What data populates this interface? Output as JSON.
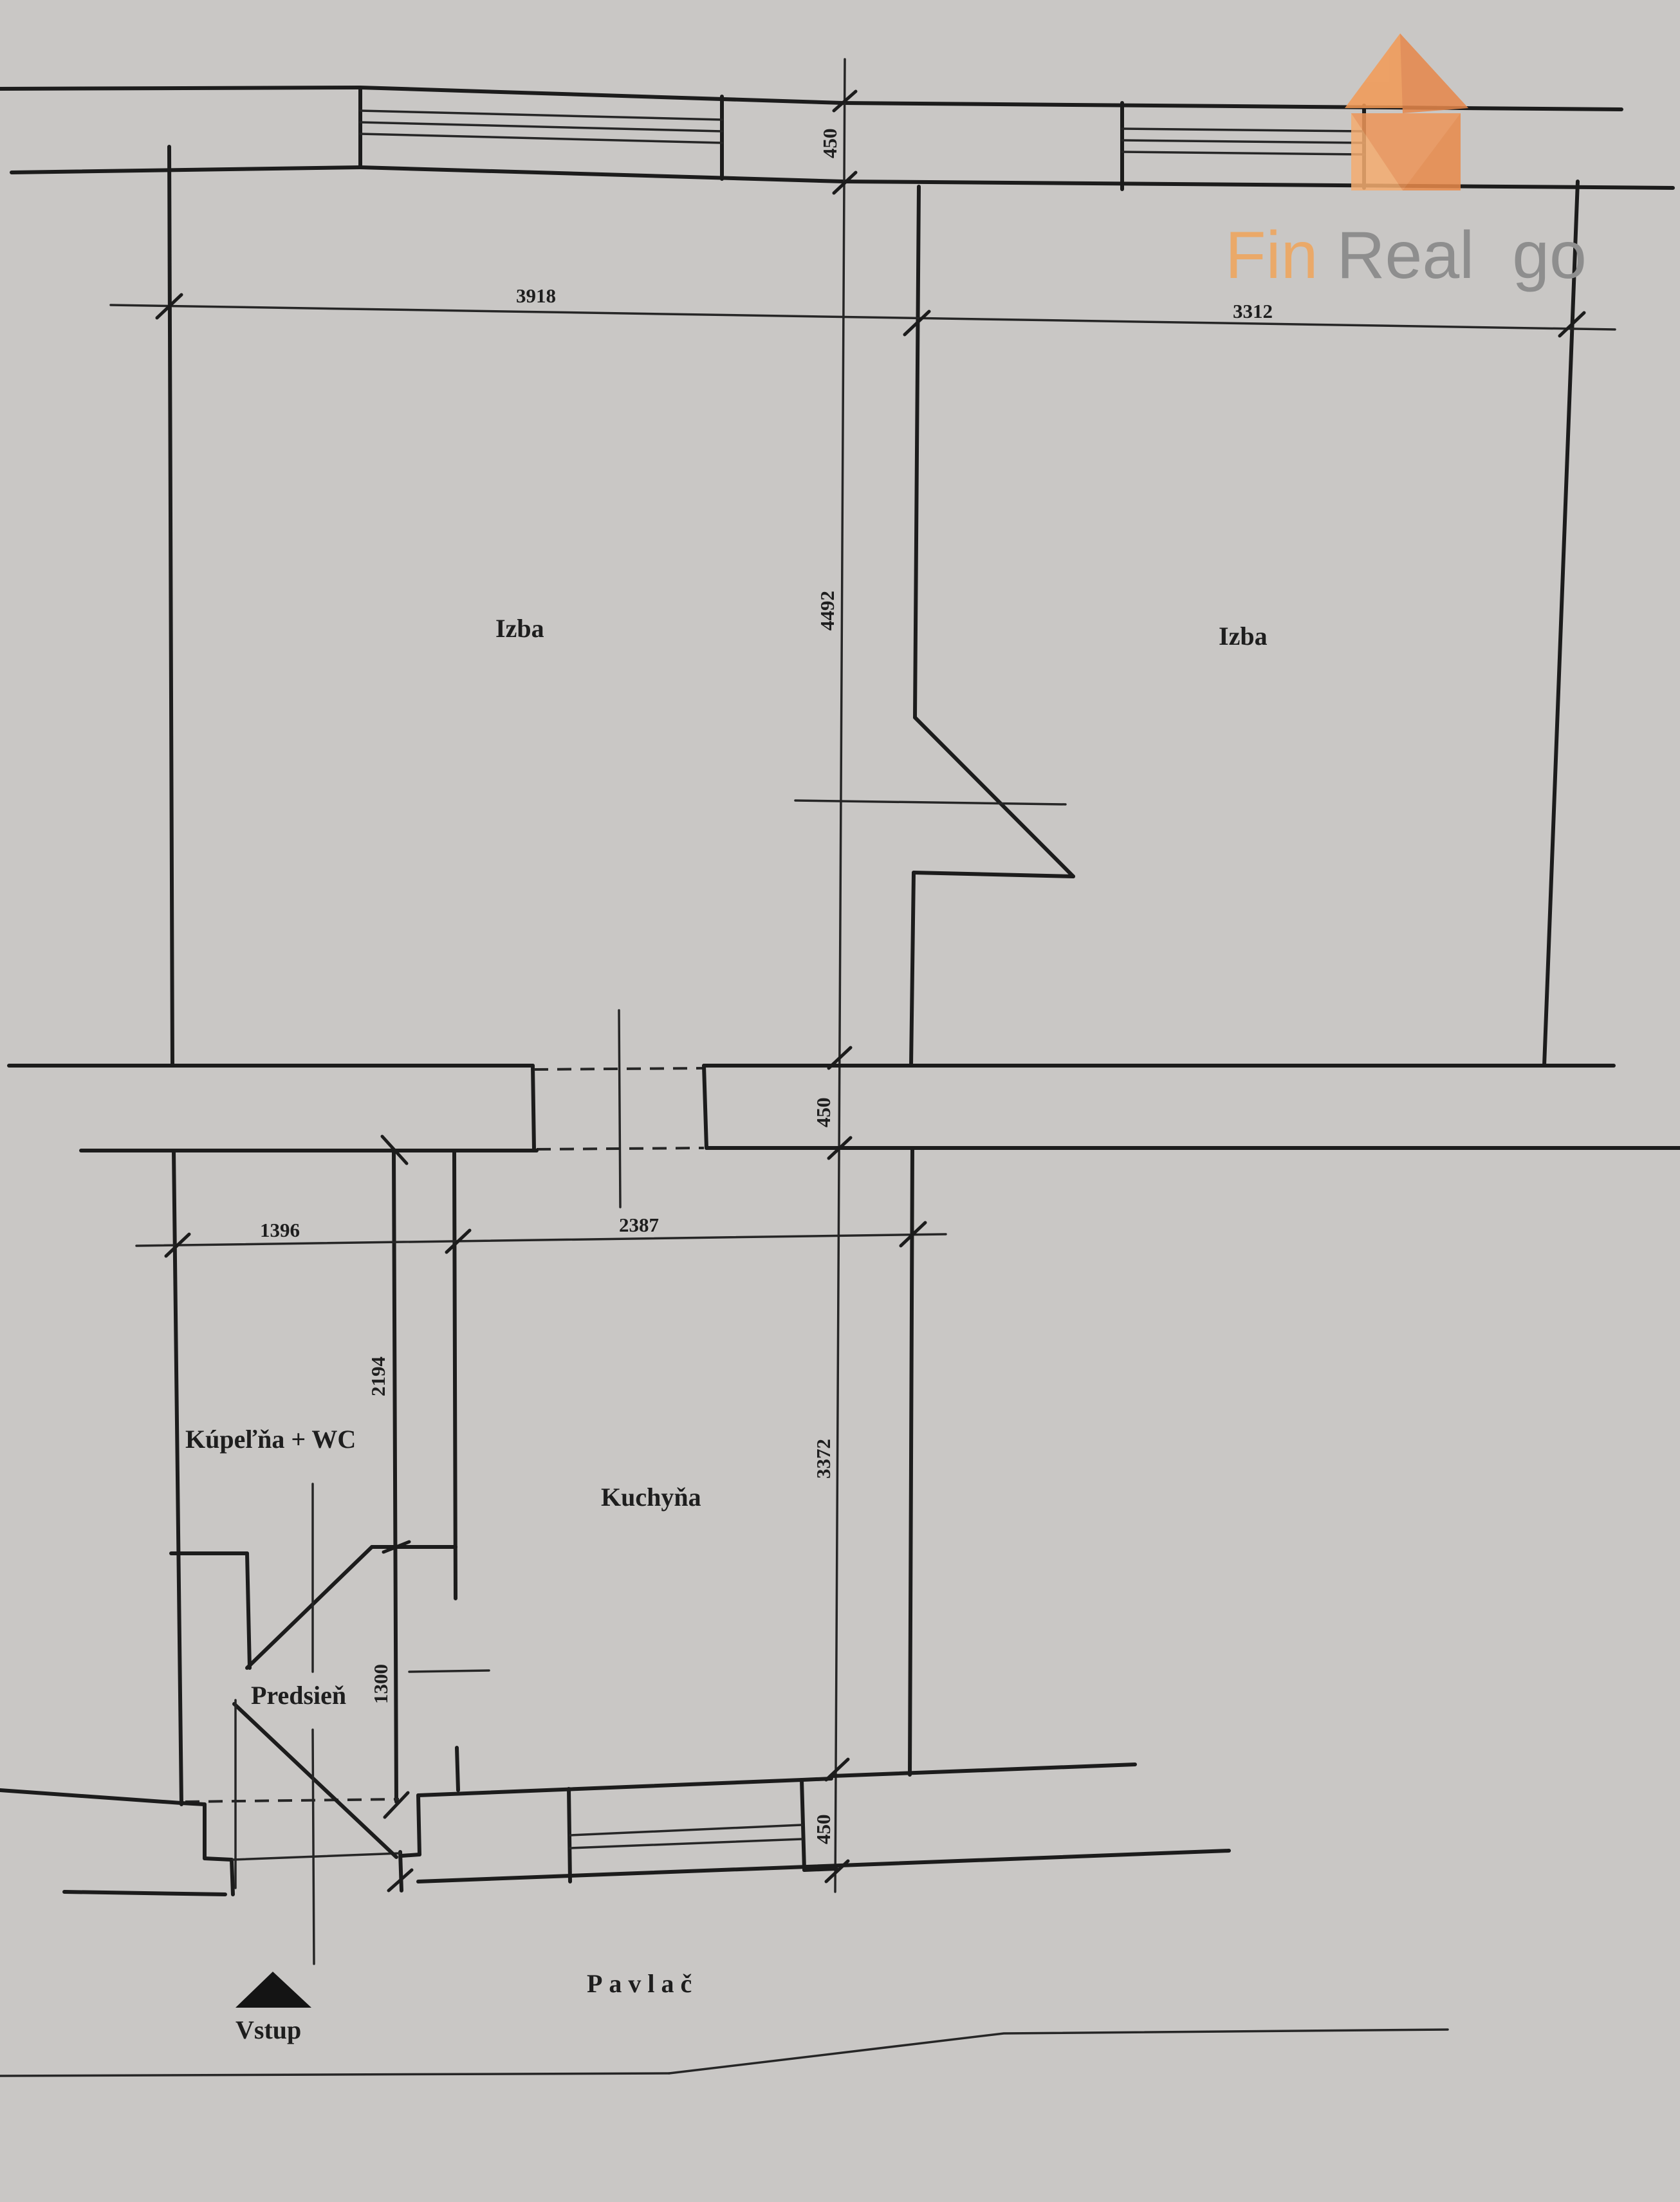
{
  "rooms": {
    "izba_left": "Izba",
    "izba_right": "Izba",
    "kupelna": "Kúpeľňa + WC",
    "kuchyna": "Kuchyňa",
    "predsien": "Predsieň",
    "pavlac": "Pavlač",
    "vstup": "Vstup"
  },
  "dimensions": {
    "wall_top": "450",
    "izba_left_width": "3918",
    "izba_right_width": "3312",
    "izba_depth": "4492",
    "wall_middle": "450",
    "kupelna_width": "1396",
    "kuchyna_width": "2387",
    "kupelna_depth": "2194",
    "kuchyna_depth": "3372",
    "predsien_depth": "1300",
    "wall_bottom": "450"
  },
  "logo": {
    "text_fin": "Fin",
    "text_real": "Real",
    "text_go": "go",
    "colors": {
      "orange": "#f0a45a",
      "gray": "#8e8e8e",
      "house": "#f2995a"
    }
  }
}
